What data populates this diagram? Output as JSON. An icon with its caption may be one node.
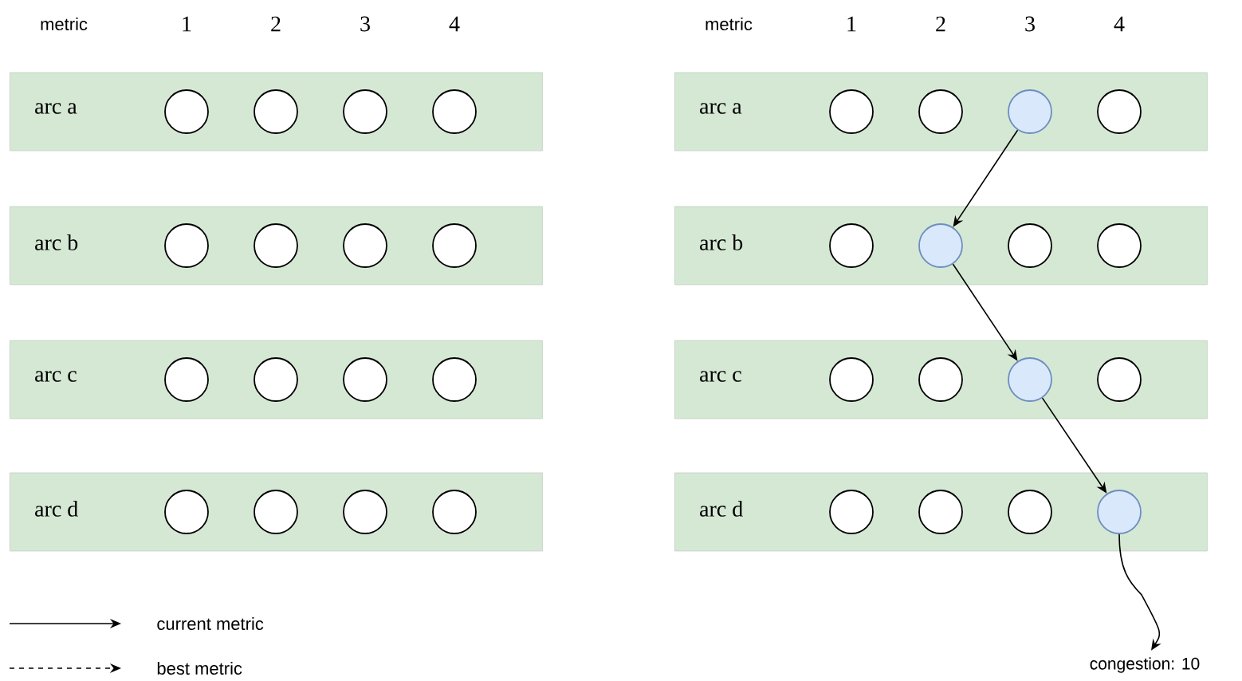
{
  "diagram": {
    "nodes": [
      {
        "text": [
          "arc a"
        ]
      },
      {
        "text": [],
        "shape": "circle",
        "in": 0
      },
      {
        "text": [],
        "shape": "circle",
        "in": 0
      },
      {
        "text": [],
        "shape": "circle",
        "in": 0
      },
      {
        "text": [],
        "shape": "circle",
        "in": 0
      },
      {
        "text": [
          "arc b"
        ]
      },
      {
        "text": [],
        "shape": "circle",
        "in": 5
      },
      {
        "text": [],
        "shape": "circle",
        "in": 5
      },
      {
        "text": [],
        "shape": "circle",
        "in": 5
      },
      {
        "text": [],
        "shape": "circle",
        "in": 5
      },
      {
        "text": [
          "arc c"
        ]
      },
      {
        "text": [],
        "shape": "circle",
        "in": 10
      },
      {
        "text": [],
        "shape": "circle",
        "in": 10
      },
      {
        "text": [],
        "shape": "circle",
        "in": 10
      },
      {
        "text": [],
        "shape": "circle",
        "in": 10
      },
      {
        "text": [
          "arc d"
        ]
      },
      {
        "text": [],
        "shape": "circle",
        "in": 15
      },
      {
        "text": [],
        "shape": "circle",
        "in": 15
      },
      {
        "text": [],
        "shape": "circle",
        "in": 15
      },
      {
        "text": [],
        "shape": "circle",
        "in": 15
      },
      {
        "text": [
          "arc a"
        ]
      },
      {
        "text": [],
        "shape": "circle",
        "in": 20
      },
      {
        "text": [],
        "shape": "circle",
        "in": 20
      },
      {
        "text": [],
        "shape": "circle",
        "in": 20
      },
      {
        "text": [],
        "shape": "circle",
        "in": 20
      },
      {
        "text": [
          "arc b"
        ]
      },
      {
        "text": [],
        "shape": "circle",
        "in": 25
      },
      {
        "text": [],
        "shape": "circle",
        "in": 25
      },
      {
        "text": [],
        "shape": "circle",
        "in": 25
      },
      {
        "text": [],
        "shape": "circle",
        "in": 25
      },
      {
        "text": [
          "arc c"
        ]
      },
      {
        "text": [],
        "shape": "circle",
        "in": 30
      },
      {
        "text": [],
        "shape": "circle",
        "in": 30
      },
      {
        "text": [],
        "shape": "circle",
        "in": 30
      },
      {
        "text": [],
        "shape": "circle",
        "in": 30
      },
      {
        "text": [
          "arc d"
        ]
      },
      {
        "text": [],
        "shape": "circle",
        "in": 35
      },
      {
        "text": [],
        "shape": "circle",
        "in": 35
      },
      {
        "text": [],
        "shape": "circle",
        "in": 35
      },
      {
        "text": [],
        "shape": "circle",
        "in": 35
      },
      {
        "text": [
          "congestion: 10"
        ]
      }
    ],
    "edges": [
      {
        "from": 23,
        "to": 27,
        "arrow": "to"
      },
      {
        "from": 27,
        "to": 33,
        "arrow": "to"
      },
      {
        "from": 33,
        "to": 39,
        "arrow": "to"
      },
      {
        "from": 39,
        "to": 40,
        "arrow": "to"
      }
    ],
    "labels": [
      "metric",
      "1",
      "2",
      "3",
      "4",
      "metric",
      "1",
      "2",
      "3",
      "4"
    ],
    "legend": [
      {
        "text": "current metric"
      },
      {
        "text": "best metric"
      }
    ]
  }
}
